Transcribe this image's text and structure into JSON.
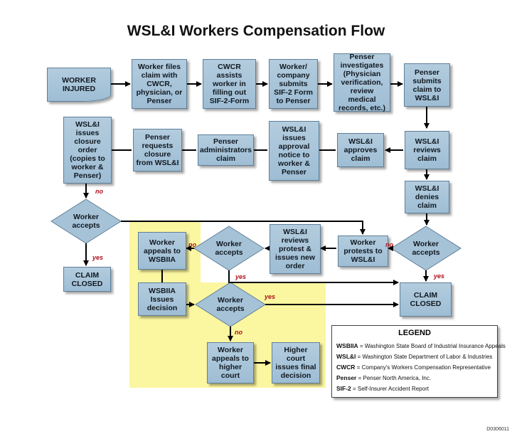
{
  "title": "WSL&I Workers Compensation Flow",
  "boxes": {
    "worker_injured": "WORKER\nINJURED",
    "worker_files": "Worker files\nclaim with\nCWCR,\nphysician, or\nPenser",
    "cwcr_assists": "CWCR\nassists\nworker in\nfilling out\nSIF-2-Form",
    "company_submits": "Worker/\ncompany\nsubmits\nSIF-2 Form\nto Penser",
    "penser_investigates": "Penser\ninvestigates\n(Physician\nverification,\nreview medical\nrecords, etc.)",
    "penser_submits": "Penser\nsubmits\nclaim to\nWSL&I",
    "issues_closure": "WSL&I\nissues\nclosure\norder\n(copies to\nworker &\nPenser)",
    "requests_closure": "Penser\nrequests\nclosure\nfrom WSL&I",
    "administrators": "Penser\nadministrators\nclaim",
    "approval_notice": "WSL&I\nissues\napproval\nnotice to\nworker &\nPenser",
    "approves": "WSL&I\napproves\nclaim",
    "reviews": "WSL&I\nreviews\nclaim",
    "denies": "WSL&I\ndenies\nclaim",
    "appeals_wsbiia": "Worker\nappeals to\nWSBIIA",
    "reviews_protest": "WSL&I\nreviews\nprotest &\nissues new\norder",
    "protests": "Worker\nprotests to\nWSL&I",
    "claim_closed_left": "CLAIM\nCLOSED",
    "wsbiia_decision": "WSBIIA\nIssues\ndecision",
    "claim_closed_right": "CLAIM\nCLOSED",
    "appeals_court": "Worker\nappeals to\nhigher\ncourt",
    "court_decision": "Higher\ncourt\nissues final\ndecision"
  },
  "diamonds": {
    "accepts_left": "Worker\naccepts",
    "accepts_middle": "Worker\naccepts",
    "accepts_right": "Worker\naccepts",
    "accepts_lower": "Worker\naccepts"
  },
  "edge_labels": {
    "no_closure": "no",
    "yes_left": "yes",
    "no_middle": "no",
    "yes_middle": "yes",
    "no_right": "no",
    "yes_right": "yes",
    "yes_lower": "yes",
    "no_lower": "no"
  },
  "legend": {
    "title": "LEGEND",
    "rows": [
      {
        "abbr": "WSBIIA",
        "desc": "= Washington State Board of Industrial Insurance Appeals"
      },
      {
        "abbr": "WSL&I",
        "desc": "= Washington State Department of Labor & Industries"
      },
      {
        "abbr": "CWCR",
        "desc": "= Company's Workers Compensation Representative"
      },
      {
        "abbr": "Penser",
        "desc": "= Penser North America, Inc."
      },
      {
        "abbr": "SIF-2",
        "desc": "= Self-Insurer Accident Report"
      }
    ]
  },
  "doc_code": "D0306011",
  "colors": {
    "box_fill": "#a8c4d8",
    "highlight": "#fbf6a0",
    "label_red": "#b0101a"
  }
}
